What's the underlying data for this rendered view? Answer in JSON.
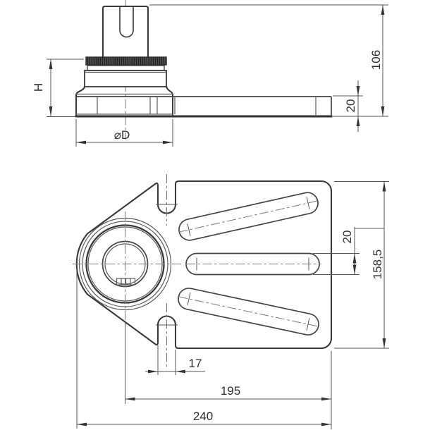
{
  "drawing": {
    "type": "technical-drawing-two-views",
    "colors": {
      "background": "#ffffff",
      "outline": "#3a3a3a",
      "thin_line": "#5a5a5a",
      "dimension_line": "#555555",
      "centerline": "#787878",
      "text": "#2f2f2f",
      "knurl_fill": "#4a4a4a"
    },
    "side_view": {
      "name": "side-elevation-of-flanged-shaft-bracket",
      "label_height_h": "H",
      "label_diameter": "⌀D",
      "label_total_height": "106",
      "label_plate_thickness": "20"
    },
    "plan_view": {
      "name": "plan-view-of-mounting-plate",
      "label_slot_width": "20",
      "label_plate_height": "158,5",
      "label_notch_width": "17",
      "label_center_to_edge": "195",
      "label_total_width": "240"
    }
  }
}
